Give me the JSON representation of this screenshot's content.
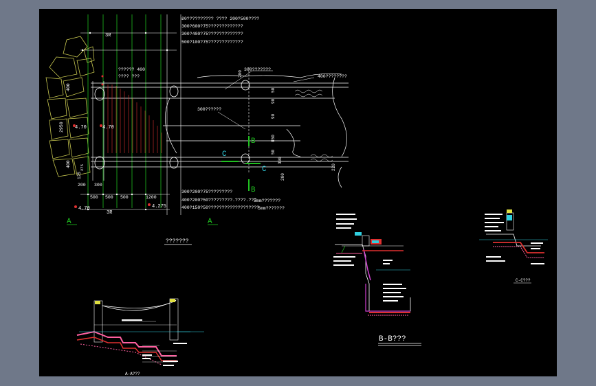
{
  "app": {
    "background": "#6f7889",
    "canvas_background": "#000000"
  },
  "labels": {
    "plan_notes_top": [
      "20??????????   ???? 200?500????",
      "300?600?75?????????????",
      "300?400?75?????????????",
      "500?100?75?????????????"
    ],
    "plan_notes_bottom": [
      "300?200?75?????????",
      "400?200?50?????????.????.???",
      "400?150?50???????????????????"
    ],
    "note_5mm_1": "5mm???????",
    "note_5mm_2": "5mm???????",
    "note_300_wide": "300???????",
    "note_400_wide": "400????????",
    "note_300_pipe": "300??????",
    "note_mid": "?????? 400",
    "note_mid2": "???? ???",
    "dim_3R": "3R",
    "dim_3R_bottom": "3R",
    "dims_left": [
      "400",
      "2950",
      "400",
      "125"
    ],
    "dims_bottom": [
      "500",
      "500",
      "500",
      "1200"
    ],
    "dims_small": [
      "200",
      "300",
      "275"
    ],
    "dims_right": [
      "200",
      "50",
      "90",
      "90",
      "850",
      "50",
      "300",
      "200",
      "220"
    ],
    "elev_left": "4.70",
    "elev_mid": "4.70",
    "elev_bottom_left": "4.70",
    "elev_bottom_right": "4.275",
    "section_A_left": "A",
    "section_A_right": "A",
    "section_B_top": "B",
    "section_B_bottom": "B",
    "section_C_left": "C",
    "section_C_right": "C",
    "plan_title": "???????",
    "section_B_title": "B-B???",
    "section_C_title": "C-C???",
    "section_A_title": "A-A???"
  },
  "colors": {
    "rock": "#c8c850",
    "green_grid": "#20c020",
    "white": "#ffffff",
    "red": "#e03030",
    "pink": "#ff60a0",
    "cyan": "#30d0e0",
    "magenta": "#d040d0",
    "yellow": "#e0e040"
  }
}
